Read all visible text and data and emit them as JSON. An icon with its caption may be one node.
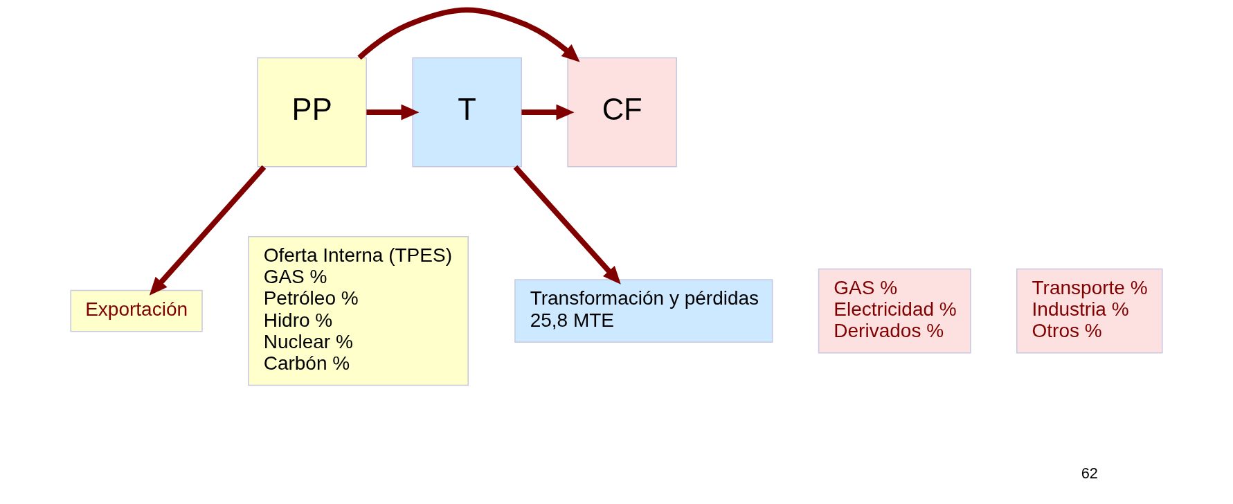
{
  "diagram": {
    "nodes": [
      {
        "text": [
          "PP"
        ]
      },
      {
        "text": [
          "T"
        ]
      },
      {
        "text": [
          "CF"
        ]
      },
      {
        "text": [
          "Exportación"
        ]
      },
      {
        "text": [
          "Oferta Interna (TPES)",
          "GAS %",
          "Petróleo %",
          "Hidro %",
          "Nuclear %",
          "Carbón %"
        ]
      },
      {
        "text": [
          "Transformación y pérdidas",
          "25,8 MTE"
        ]
      },
      {
        "text": [
          "GAS %",
          "Electricidad %",
          "Derivados %"
        ]
      },
      {
        "text": [
          "Transporte %",
          "Industria %",
          "Otros %"
        ]
      }
    ],
    "edges": [
      {
        "from": 0,
        "to": 2,
        "arrow": "to"
      },
      {
        "from": 0,
        "to": 1,
        "arrow": "to"
      },
      {
        "from": 1,
        "to": 2,
        "arrow": "to"
      },
      {
        "from": 0,
        "to": 3,
        "arrow": "to"
      },
      {
        "from": 1,
        "to": 5,
        "arrow": "to"
      }
    ],
    "labels": [
      "62"
    ]
  }
}
